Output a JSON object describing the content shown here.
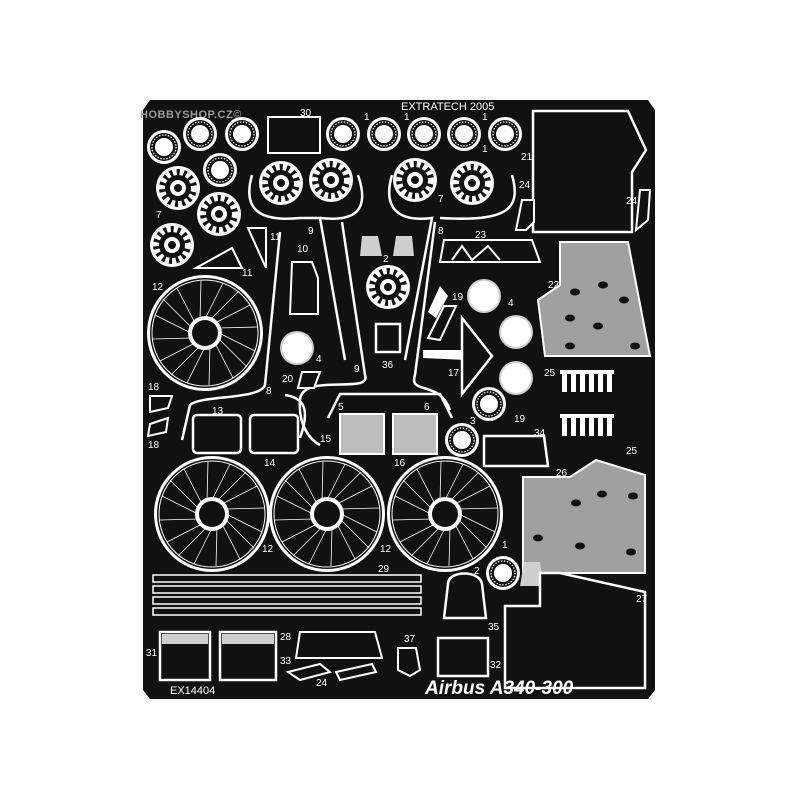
{
  "watermark": "HOBBYSHOP.CZ©",
  "brand": "EXTRATECH 2005",
  "product_code": "EX14404",
  "model": "Airbus A340-300",
  "part_numbers": [
    "30",
    "1",
    "1",
    "1",
    "1",
    "21",
    "7",
    "7",
    "24",
    "24",
    "9",
    "8",
    "11",
    "10",
    "23",
    "11",
    "2",
    "22",
    "12",
    "19",
    "4",
    "4",
    "36",
    "17",
    "20",
    "8",
    "9",
    "25",
    "18",
    "18",
    "5",
    "6",
    "3",
    "19",
    "13",
    "14",
    "15",
    "16",
    "34",
    "25",
    "26",
    "12",
    "12",
    "29",
    "1",
    "2",
    "27",
    "35",
    "31",
    "28",
    "33",
    "37",
    "32",
    "24"
  ]
}
